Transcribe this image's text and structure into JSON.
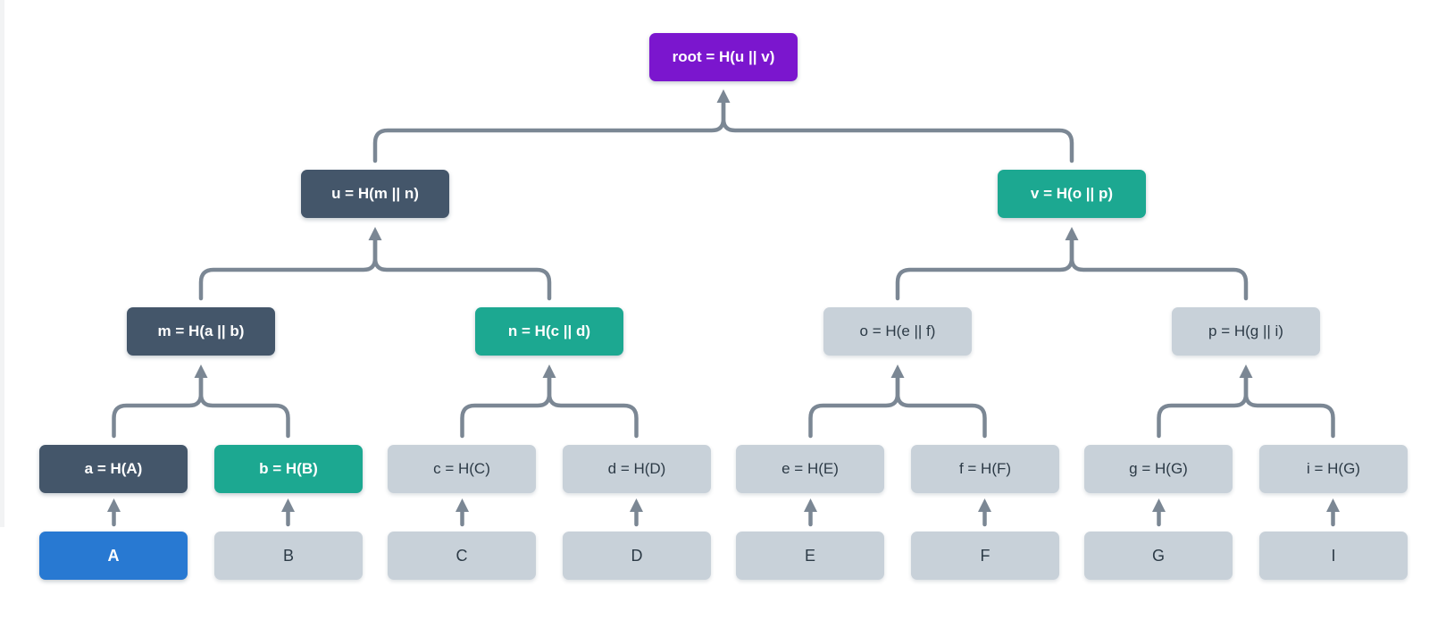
{
  "palette": {
    "root_purple": "#7b16ce",
    "branch_dark_slate": "#44566a",
    "branch_teal": "#1ca891",
    "leaf_blue": "#2879d2",
    "node_light_gray": "#c8d1d9",
    "text_on_color": "#ffffff",
    "text_on_light": "#2c3a46",
    "connector_gray": "#7b8794",
    "background": "#ffffff"
  },
  "tree": {
    "root_label": "root = H(u || v)",
    "level2": [
      {
        "id": "u",
        "label": "u = H(m || n)"
      },
      {
        "id": "v",
        "label": "v = H(o || p)"
      }
    ],
    "level3": [
      {
        "id": "m",
        "label": "m = H(a || b)"
      },
      {
        "id": "n",
        "label": "n = H(c || d)"
      },
      {
        "id": "o",
        "label": "o = H(e || f)"
      },
      {
        "id": "p",
        "label": "p = H(g || i)"
      }
    ],
    "level4": [
      {
        "id": "a",
        "label": "a = H(A)"
      },
      {
        "id": "b",
        "label": "b = H(B)"
      },
      {
        "id": "c",
        "label": "c = H(C)"
      },
      {
        "id": "d",
        "label": "d = H(D)"
      },
      {
        "id": "e",
        "label": "e = H(E)"
      },
      {
        "id": "f",
        "label": "f = H(F)"
      },
      {
        "id": "g",
        "label": "g = H(G)"
      },
      {
        "id": "i",
        "label": "i = H(G)"
      }
    ],
    "leaves": [
      {
        "label": "A"
      },
      {
        "label": "B"
      },
      {
        "label": "C"
      },
      {
        "label": "D"
      },
      {
        "label": "E"
      },
      {
        "label": "F"
      },
      {
        "label": "G"
      },
      {
        "label": "I"
      }
    ]
  }
}
